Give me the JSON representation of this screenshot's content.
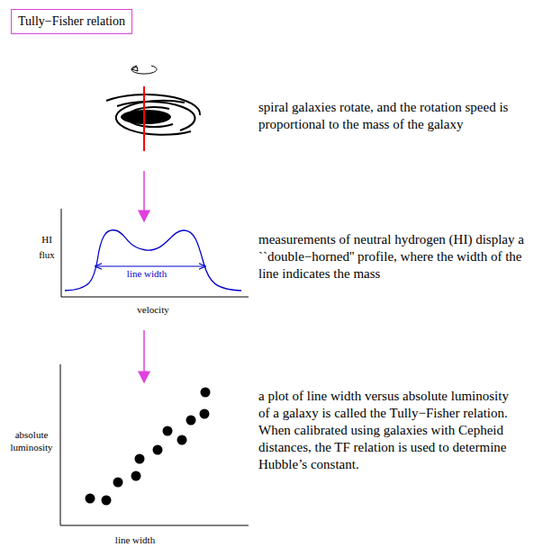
{
  "diagram": {
    "title": "Tully−Fisher relation",
    "labels": [
      "spiral galaxies rotate, and the rotation speed is proportional to the mass of the galaxy",
      "HI flux",
      "line width",
      "velocity",
      "measurements of neutral hydrogen (HI) display a ``double−horned'' profile, where the width of the line indicates the mass",
      "absolute luminosity",
      "line width",
      "a plot of line width versus absolute luminosity of a galaxy is called the Tully−Fisher relation. When calibrated using galaxies with Cepheid distances, the TF relation is used to determine Hubble’s constant."
    ]
  }
}
